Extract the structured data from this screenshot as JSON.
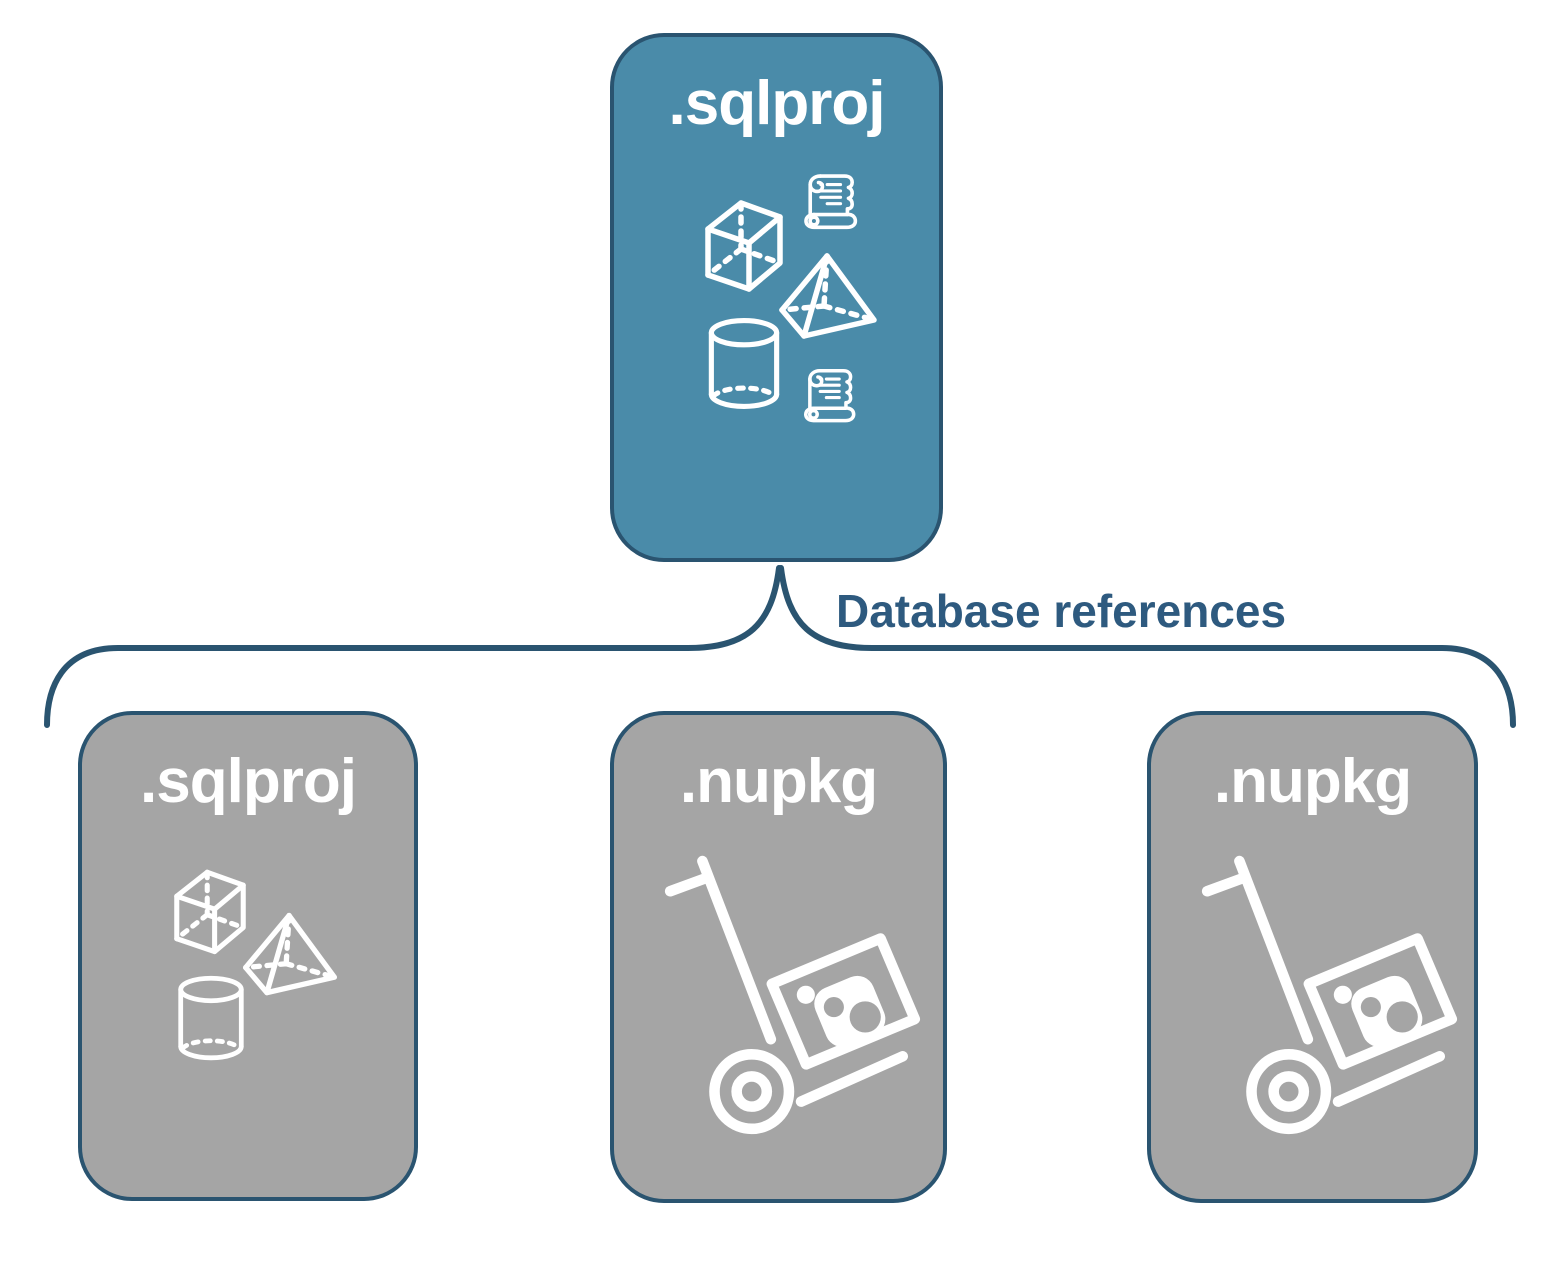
{
  "diagram": {
    "label": "Database references",
    "root": {
      "title": ".sqlproj",
      "icons": [
        "cube-icon",
        "script-scroll-icon",
        "pyramid-icon",
        "cylinder-icon",
        "script-scroll-icon"
      ]
    },
    "children": [
      {
        "title": ".sqlproj",
        "icons": [
          "cube-icon",
          "pyramid-icon",
          "cylinder-icon"
        ]
      },
      {
        "title": ".nupkg",
        "icons": [
          "nuget-package-dolly-icon"
        ]
      },
      {
        "title": ".nupkg",
        "icons": [
          "nuget-package-dolly-icon"
        ]
      }
    ],
    "colors": {
      "root_fill": "#4a8ba9",
      "child_fill": "#a5a5a5",
      "border": "#2a5470",
      "label_text": "#2e5a7f",
      "icon_stroke": "#ffffff",
      "background": "#ffffff"
    }
  }
}
